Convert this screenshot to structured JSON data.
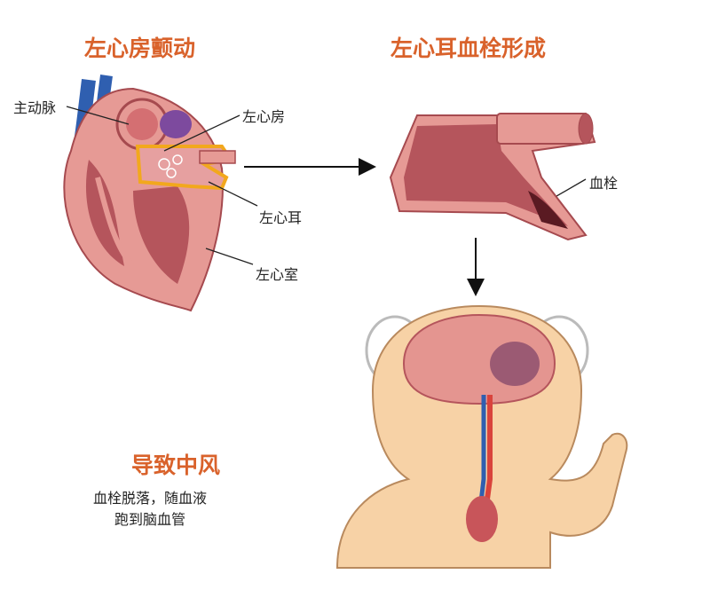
{
  "panels": {
    "heart": {
      "title": "左心房颤动",
      "labels": {
        "aorta": "主动脉",
        "left_atrium": "左心房",
        "left_atrial_appendage": "左心耳",
        "left_ventricle": "左心室"
      }
    },
    "appendage": {
      "title": "左心耳血栓形成",
      "labels": {
        "thrombus": "血栓"
      }
    },
    "stroke": {
      "title": "导致中风",
      "description_lines": [
        "血栓脱落，随血液",
        "跑到脑血管"
      ]
    }
  },
  "colors": {
    "title": "#d9622b",
    "heart_tissue": "#e69a95",
    "heart_inner": "#b5555c",
    "highlight": "#f2a81d",
    "skin": "#f7d2a6",
    "brain": "#e49590",
    "artery": "#d9433c",
    "vein": "#2f5fb0"
  }
}
